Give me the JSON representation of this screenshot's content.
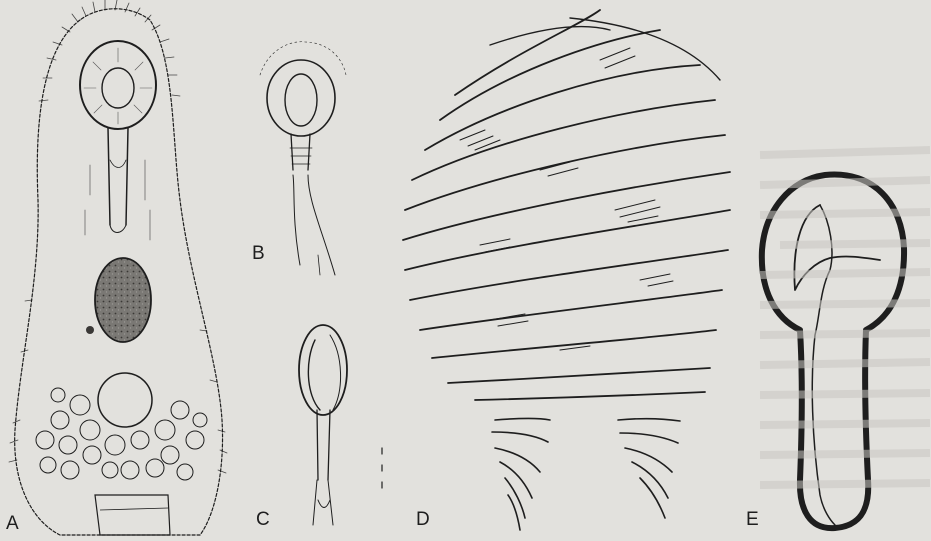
{
  "figure": {
    "panels": [
      {
        "id": "A",
        "label": "A",
        "subject": "whole-cell"
      },
      {
        "id": "B",
        "label": "B",
        "subject": "bulb-stalk-outline"
      },
      {
        "id": "C",
        "label": "C",
        "subject": "bulb-side-view"
      },
      {
        "id": "D",
        "label": "D",
        "subject": "fibrillar-pattern"
      },
      {
        "id": "E",
        "label": "E",
        "subject": "bulb-heavy-outline"
      }
    ]
  },
  "colors": {
    "paper": "#e2e1dd",
    "ink": "#1e1e1e",
    "nucleus": "#6a6864"
  }
}
